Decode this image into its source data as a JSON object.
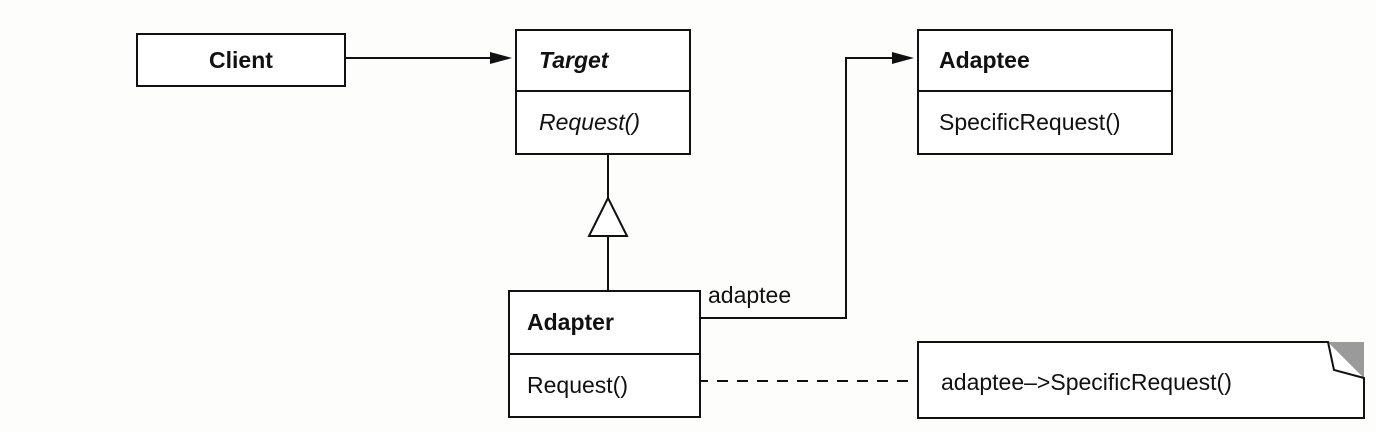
{
  "classes": {
    "client": {
      "name": "Client"
    },
    "target": {
      "name": "Target",
      "operation": "Request()"
    },
    "adaptee": {
      "name": "Adaptee",
      "operation": "SpecificRequest()"
    },
    "adapter": {
      "name": "Adapter",
      "operation": "Request()"
    }
  },
  "associations": {
    "adaptee_role": "adaptee"
  },
  "note": {
    "text": "adaptee–>SpecificRequest()"
  }
}
